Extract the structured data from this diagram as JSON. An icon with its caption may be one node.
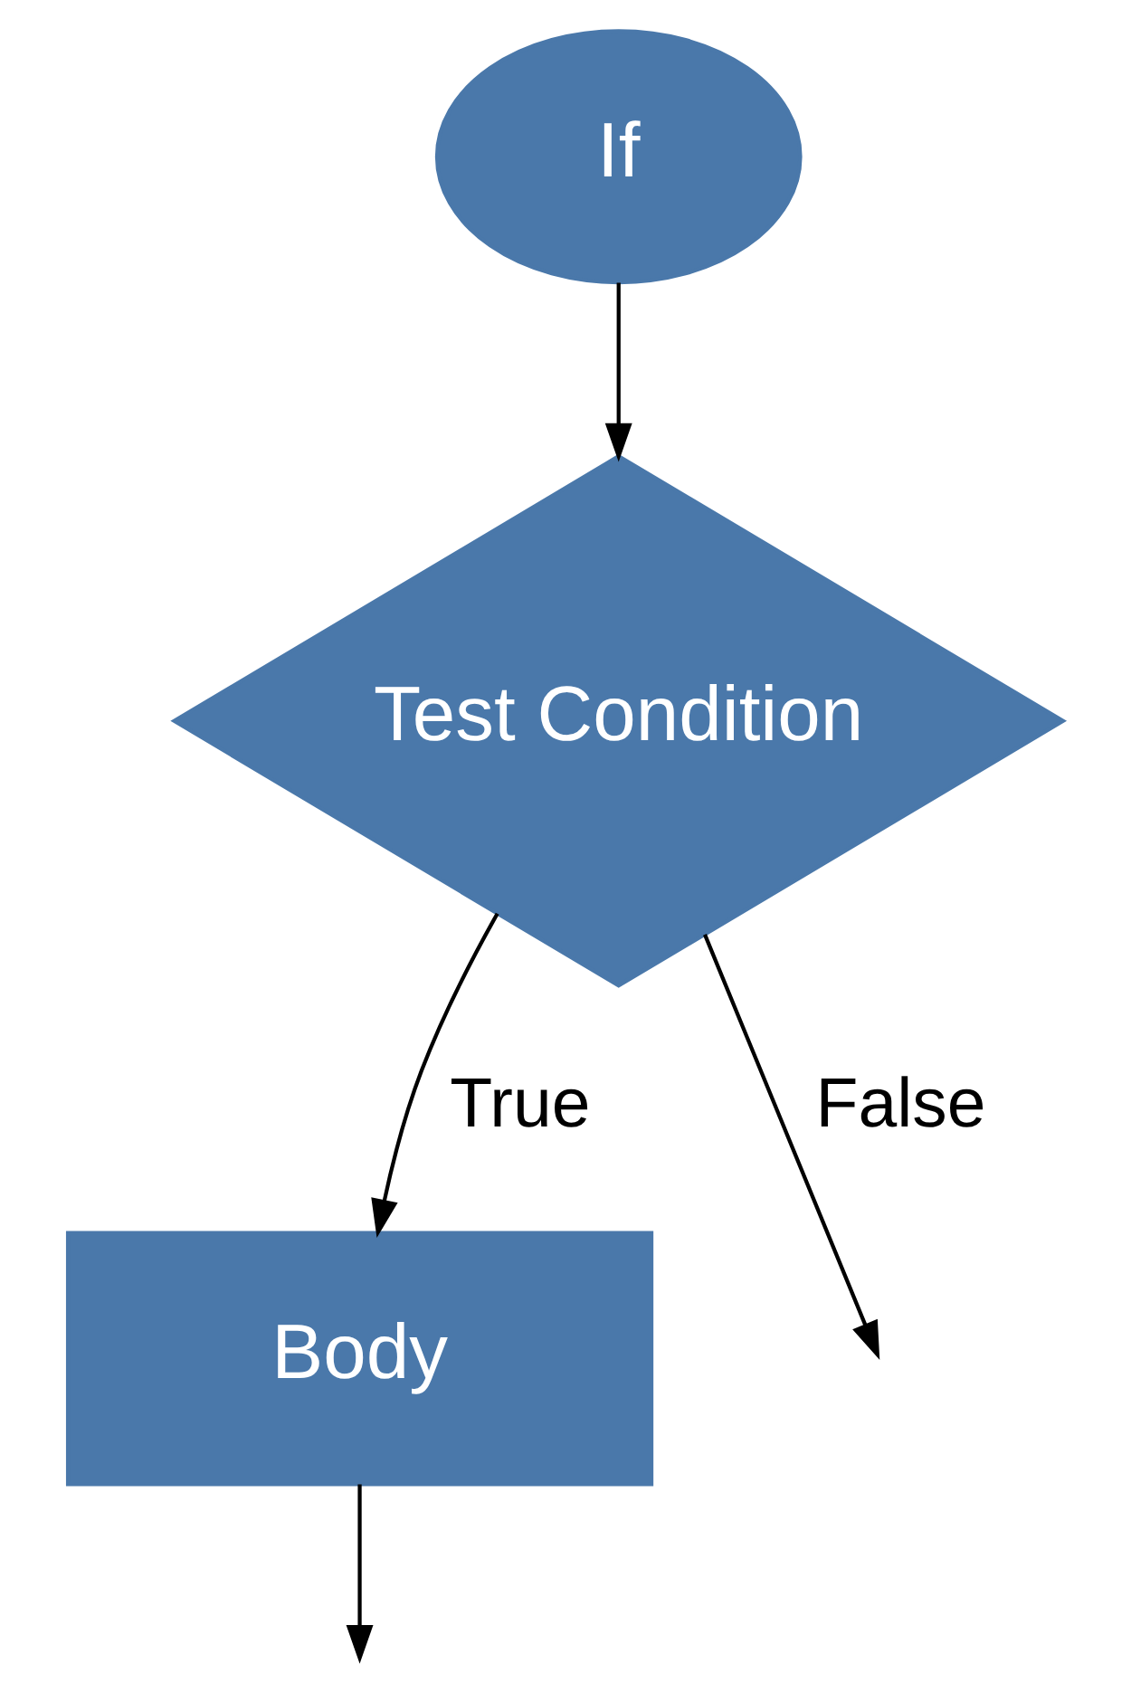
{
  "diagram": {
    "nodes": [
      {
        "text": [
          "If"
        ]
      },
      {
        "text": [
          "Test Condition"
        ]
      },
      {
        "text": [
          "Body"
        ]
      }
    ],
    "edges": [
      {
        "from": 0,
        "to": 1,
        "arrow": "to"
      },
      {
        "from": 1,
        "to": 2,
        "arrow": "to",
        "label": "True"
      },
      {
        "from": 1,
        "to": null,
        "arrow": "to",
        "label": "False"
      },
      {
        "from": 2,
        "to": null,
        "arrow": "to"
      }
    ]
  }
}
